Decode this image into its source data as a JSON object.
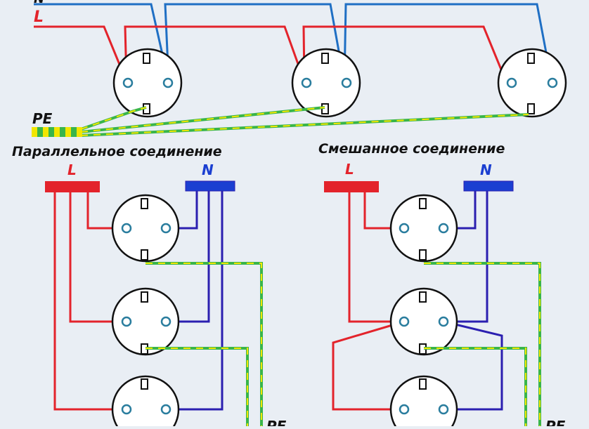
{
  "top_section": {
    "n_label": "N",
    "l_label": "L",
    "pe_label": "PE"
  },
  "parallel_section": {
    "title": "Параллельное соединение",
    "l_label": "L",
    "n_label": "N",
    "pe_label": "PE"
  },
  "mixed_section": {
    "title": "Смешанное соединение",
    "l_label": "L",
    "n_label": "N",
    "pe_label": "PE"
  },
  "colors": {
    "background": "#e9eef4",
    "phase_wire": "#e3232b",
    "neutral_wire_top": "#1f6fc4",
    "neutral_wire": "#2b1fb0",
    "neutral_bus": "#1b3fd1",
    "ground_wire": "#39b54a",
    "ground_stripe": "#f2e600",
    "socket_stroke": "#111111",
    "socket_fill": "#ffffff",
    "terminal": "#2a7d9e",
    "label_red": "#e3232b",
    "label_blue": "#1b3fd1",
    "label_dark": "#111111"
  }
}
